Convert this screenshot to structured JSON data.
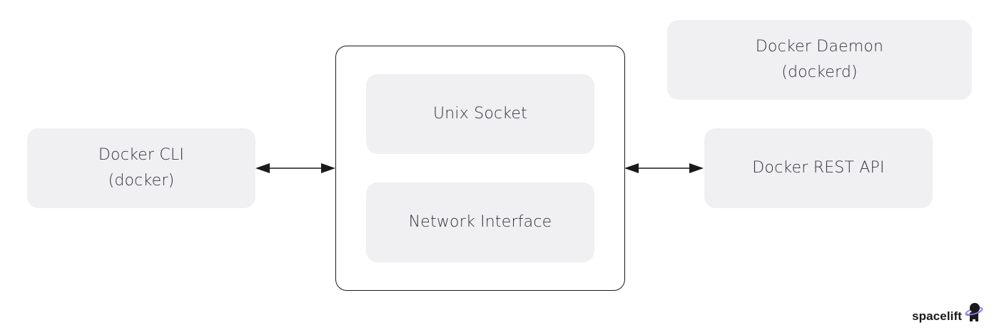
{
  "nodes": {
    "cli": {
      "line1": "Docker CLI",
      "line2": "(docker)"
    },
    "daemon": {
      "line1": "Docker Daemon",
      "line2": "(dockerd)"
    },
    "rest": {
      "label": "Docker REST API"
    },
    "unix": {
      "label": "Unix Socket"
    },
    "network": {
      "label": "Network Interface"
    }
  },
  "brand": {
    "name": "spacelift",
    "icon": "astronaut-planet-icon"
  },
  "colors": {
    "node_fill": "#f0f0f3",
    "stroke": "#1a1a1a",
    "text": "#333338",
    "brand_accent": "#8a7cf0"
  }
}
